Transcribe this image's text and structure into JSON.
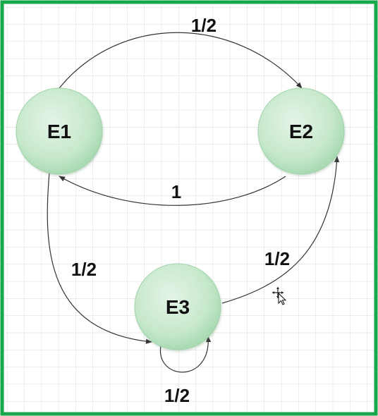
{
  "diagram": {
    "nodes": [
      {
        "id": "E1",
        "label": "E1"
      },
      {
        "id": "E2",
        "label": "E2"
      },
      {
        "id": "E3",
        "label": "E3"
      }
    ],
    "edges": [
      {
        "from": "E1",
        "to": "E2",
        "label": "1/2"
      },
      {
        "from": "E2",
        "to": "E1",
        "label": "1"
      },
      {
        "from": "E1",
        "to": "E3",
        "label": "1/2"
      },
      {
        "from": "E3",
        "to": "E2",
        "label": "1/2"
      },
      {
        "from": "E3",
        "to": "E3",
        "label": "1/2"
      }
    ]
  },
  "colors": {
    "frame": "#1aa64a",
    "grid": "#d9d9d9",
    "node_fill": "#c6e8cc",
    "node_stroke": "#9fd3a9",
    "edge": "#333333",
    "text": "#111111"
  },
  "icons": {
    "cursor": "move-cursor-icon"
  }
}
